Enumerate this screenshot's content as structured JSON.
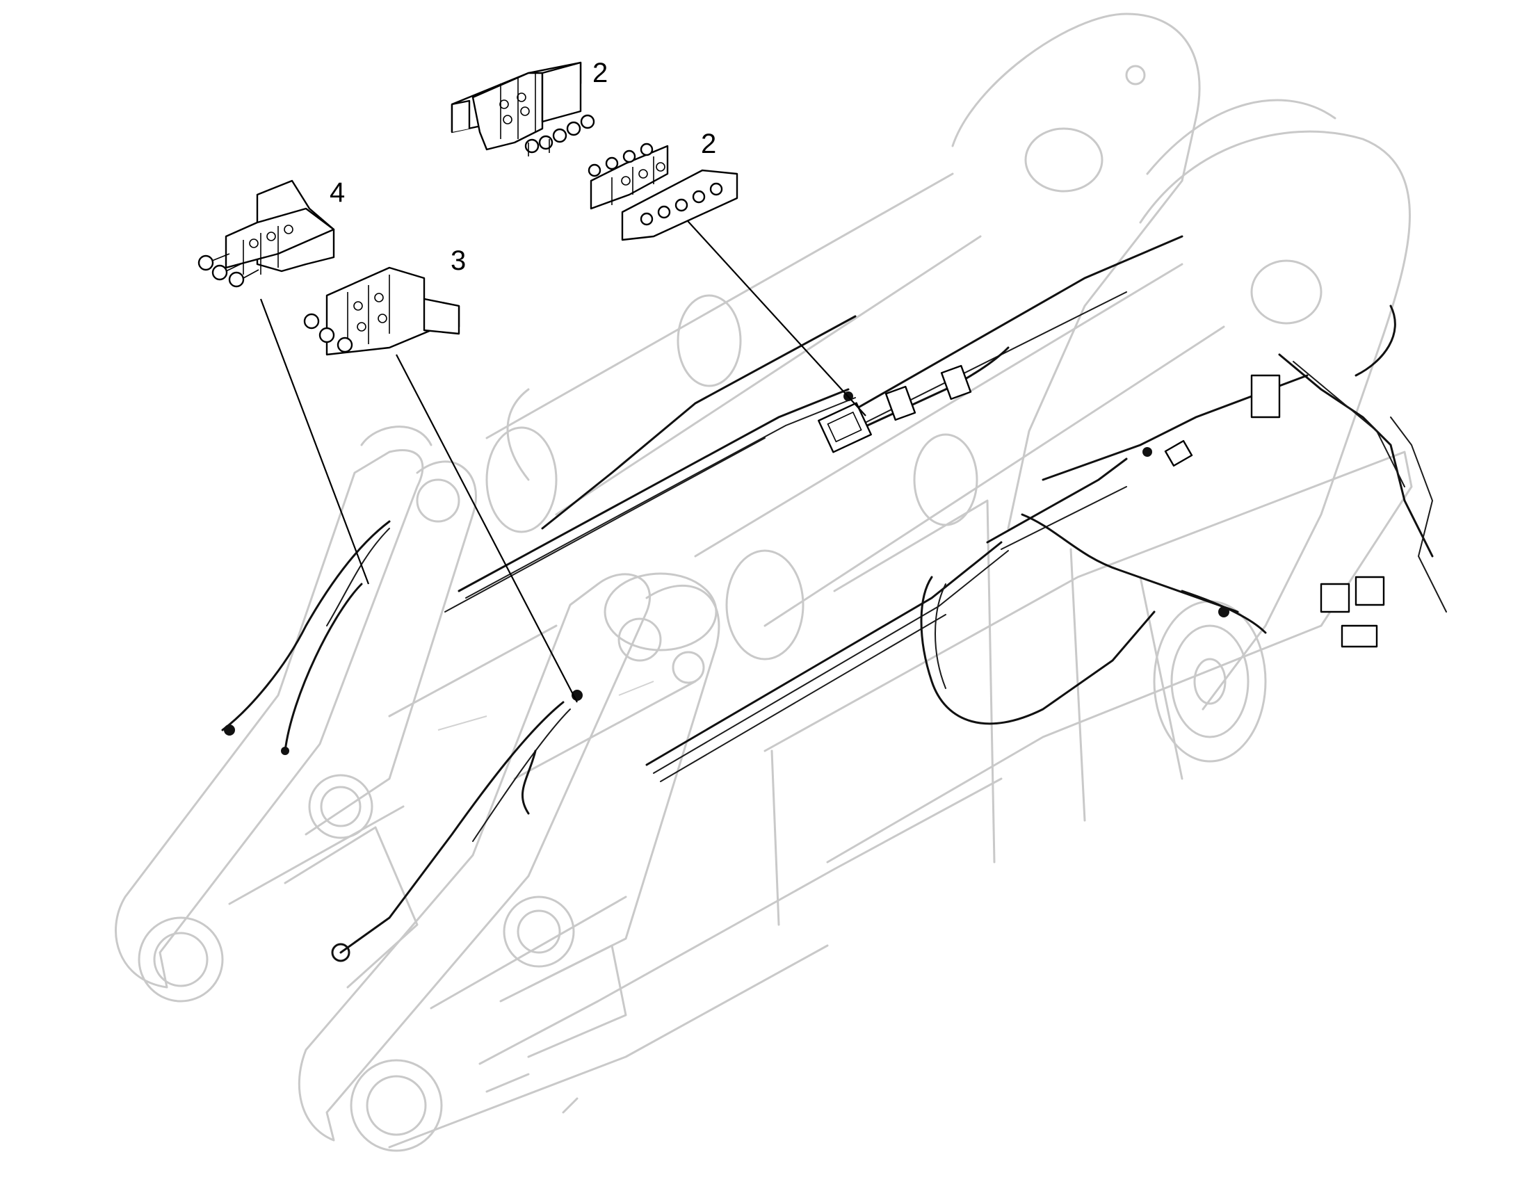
{
  "callouts": [
    {
      "id": "c2a",
      "label": "2"
    },
    {
      "id": "c2b",
      "label": "2"
    },
    {
      "id": "c4",
      "label": "4"
    },
    {
      "id": "c3",
      "label": "3"
    }
  ]
}
